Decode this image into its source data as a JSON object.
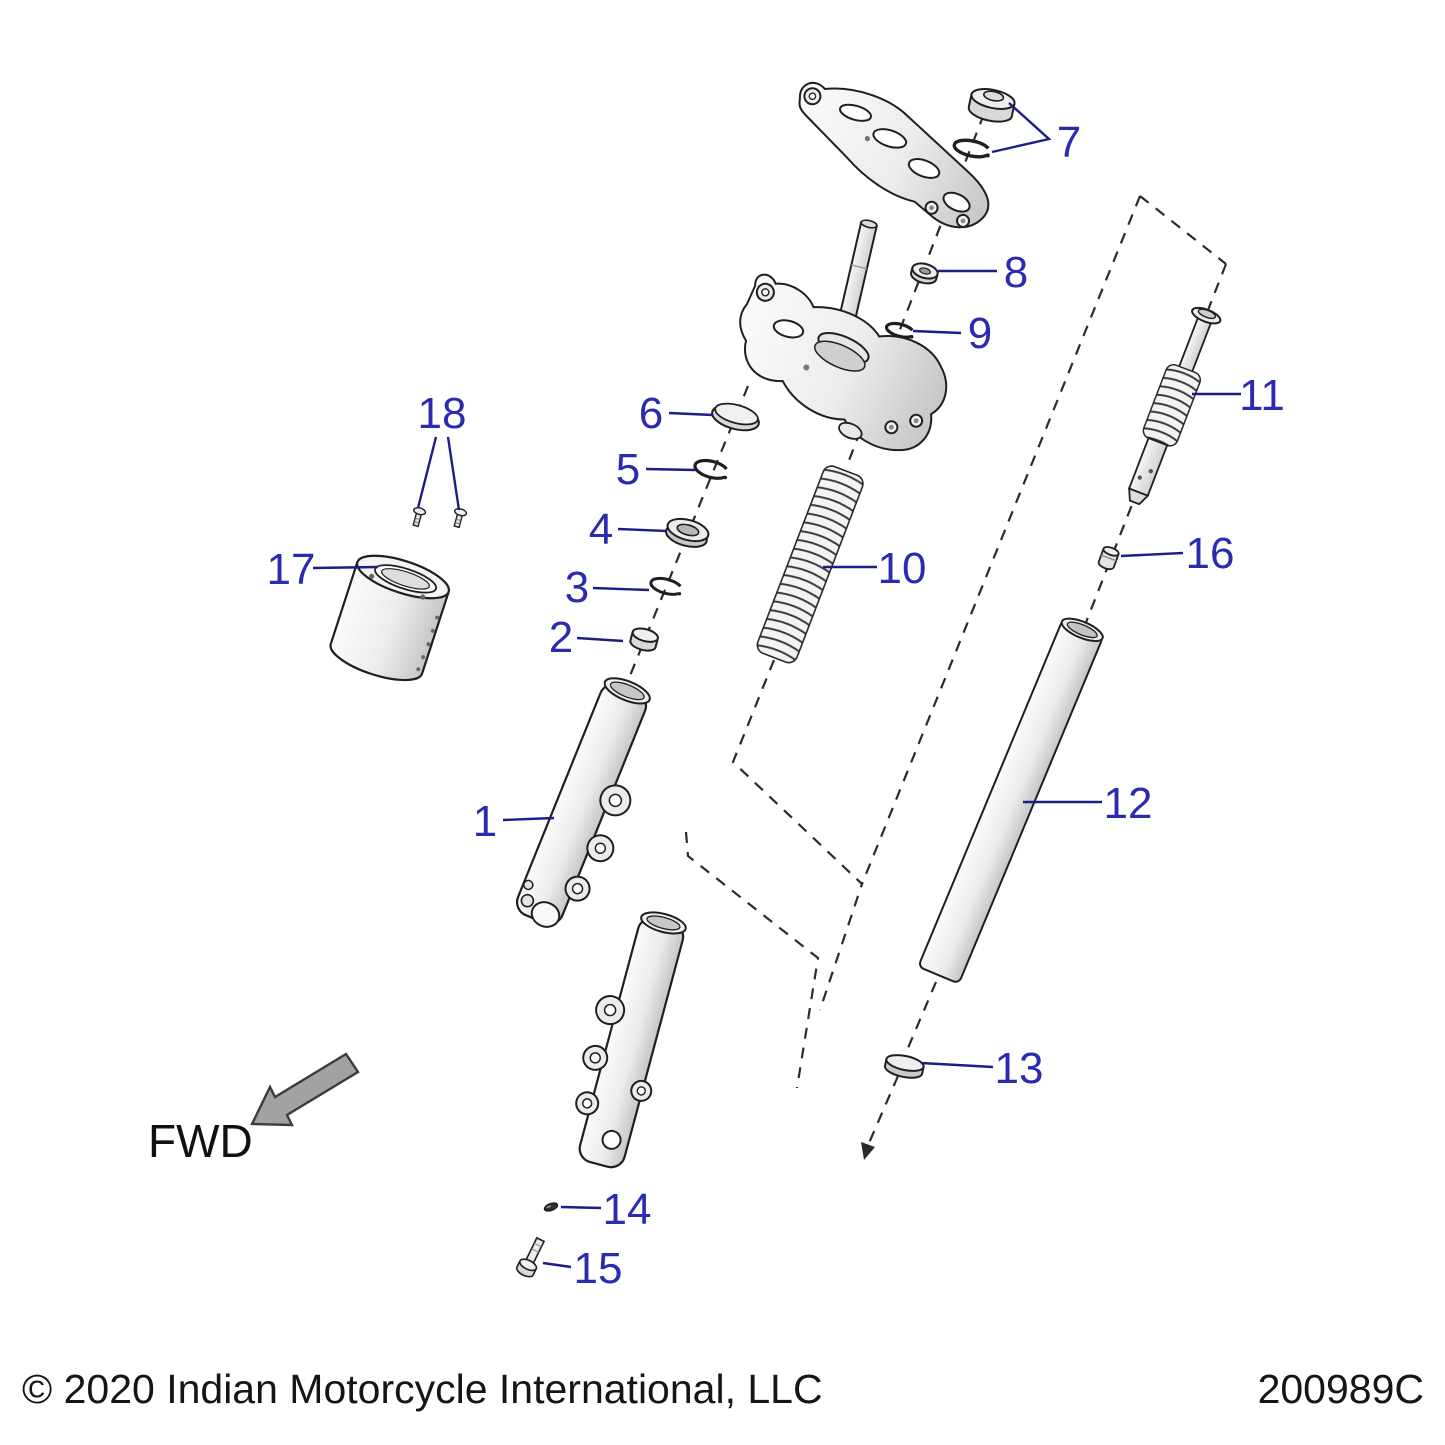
{
  "figure": {
    "kind": "exploded-parts-diagram",
    "callouts": [
      {
        "num": "1"
      },
      {
        "num": "2"
      },
      {
        "num": "3"
      },
      {
        "num": "4"
      },
      {
        "num": "5"
      },
      {
        "num": "6"
      },
      {
        "num": "7"
      },
      {
        "num": "8"
      },
      {
        "num": "9"
      },
      {
        "num": "10"
      },
      {
        "num": "11"
      },
      {
        "num": "12"
      },
      {
        "num": "13"
      },
      {
        "num": "14"
      },
      {
        "num": "15"
      },
      {
        "num": "16"
      },
      {
        "num": "17"
      },
      {
        "num": "18"
      }
    ],
    "direction_label": "FWD",
    "footer": {
      "copyright": "© 2020 Indian Motorcycle International, LLC",
      "drawing_number": "200989C"
    },
    "colors": {
      "callout_text": "#2b2bb2",
      "leader_line": "#1d1d86",
      "artwork_line": "#1f1f1f",
      "dashed_line": "#2b2b2b",
      "fwd_arrow_fill": "#a2a2a2"
    }
  }
}
